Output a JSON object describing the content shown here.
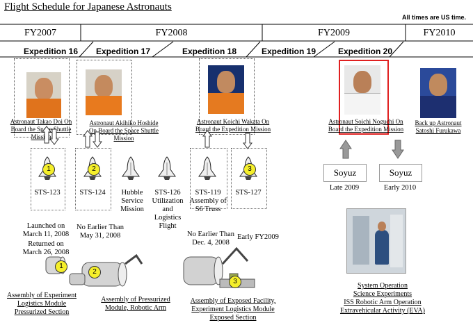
{
  "header": {
    "title": "Flight Schedule for Japanese Astronauts",
    "time_note": "All times are US time."
  },
  "fiscal_years": [
    "FY2007",
    "FY2008",
    "FY2009",
    "FY2010"
  ],
  "expeditions": [
    "Expedition 16",
    "Expedition 17",
    "Expedition 18",
    "Expedition 19",
    "Expedition 20"
  ],
  "astronauts": {
    "doi": "Astronaut Takao Doi On Board the Space Shuttle Mission",
    "hoshide": "Astronaut Akihiko Hoshide On Board the Space Shuttle Mission",
    "wakata": "Astronaut Koichi Wakata On Board the Expedition Mission",
    "noguchi": "Astronaut Soichi Noguchi On Board the Expedition Mission",
    "furukawa": "Back up Astronaut Satoshi Furukawa"
  },
  "shuttles": {
    "sts123": {
      "label": "STS-123",
      "badge": "1"
    },
    "sts124": {
      "label": "STS-124",
      "badge": "2"
    },
    "hubble": {
      "label": "Hubble Service Mission"
    },
    "sts126": {
      "label": "STS-126 Utilization and Logistics Flight"
    },
    "sts119": {
      "label": "STS-119 Assembly of S6 Truss"
    },
    "sts127": {
      "label": "STS-127",
      "badge": "3"
    }
  },
  "soyuz": {
    "left": {
      "label": "Soyuz",
      "date": "Late 2009"
    },
    "right": {
      "label": "Soyuz",
      "date": "Early 2010"
    }
  },
  "dates": {
    "sts123_launch": "Launched on March 11, 2008",
    "sts123_return": "Returned on March 26, 2008",
    "sts124": "No Earlier Than May 31, 2008",
    "sts119": "No Earlier Than Dec. 4, 2008",
    "sts127": "Early FY2009"
  },
  "modules": {
    "m1": {
      "badge": "1",
      "desc": "Assembly of Experiment Logistics Module Pressurized Section"
    },
    "m2": {
      "badge": "2",
      "desc": "Assembly of Pressurized Module, Robotic Arm"
    },
    "m3": {
      "badge": "3",
      "desc": "Assembly of Exposed Facility, Experiment Logistics Module Exposed Section"
    }
  },
  "operations": {
    "line1": "System Operation",
    "line2": "Science Experiments",
    "line3": "ISS Robotic Arm Operation",
    "line4": "Extravehicular Activity (EVA)"
  },
  "colors": {
    "badge": "#f5ef2b",
    "selected_border": "#e02020",
    "space_blue": "#1a3f8f"
  },
  "icons": [
    "space-shuttle-icon",
    "up-arrow-icon",
    "down-arrow-icon",
    "iss-module-icon"
  ]
}
